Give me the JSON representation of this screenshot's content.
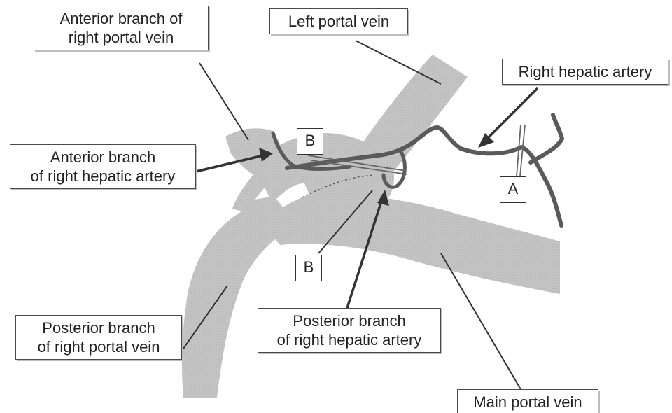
{
  "labels": {
    "anterior_branch_right_portal_vein": [
      "Anterior branch of",
      "right portal vein"
    ],
    "left_portal_vein": "Left portal vein",
    "right_hepatic_artery": "Right hepatic artery",
    "anterior_branch_right_hepatic_artery": [
      "Anterior branch",
      "of right hepatic artery"
    ],
    "posterior_branch_right_portal_vein": [
      "Posterior branch",
      "of right portal vein"
    ],
    "posterior_branch_right_hepatic_artery": [
      "Posterior branch",
      "of right hepatic artery"
    ],
    "main_portal_vein": "Main portal vein"
  },
  "markers": {
    "a": "A",
    "b_upper": "B",
    "b_lower": "B"
  },
  "colors": {
    "vein_fill": "#c6c6c6",
    "artery_stroke": "#5a5a5a",
    "leader_line": "#333333",
    "label_border": "#4a4a4a"
  }
}
